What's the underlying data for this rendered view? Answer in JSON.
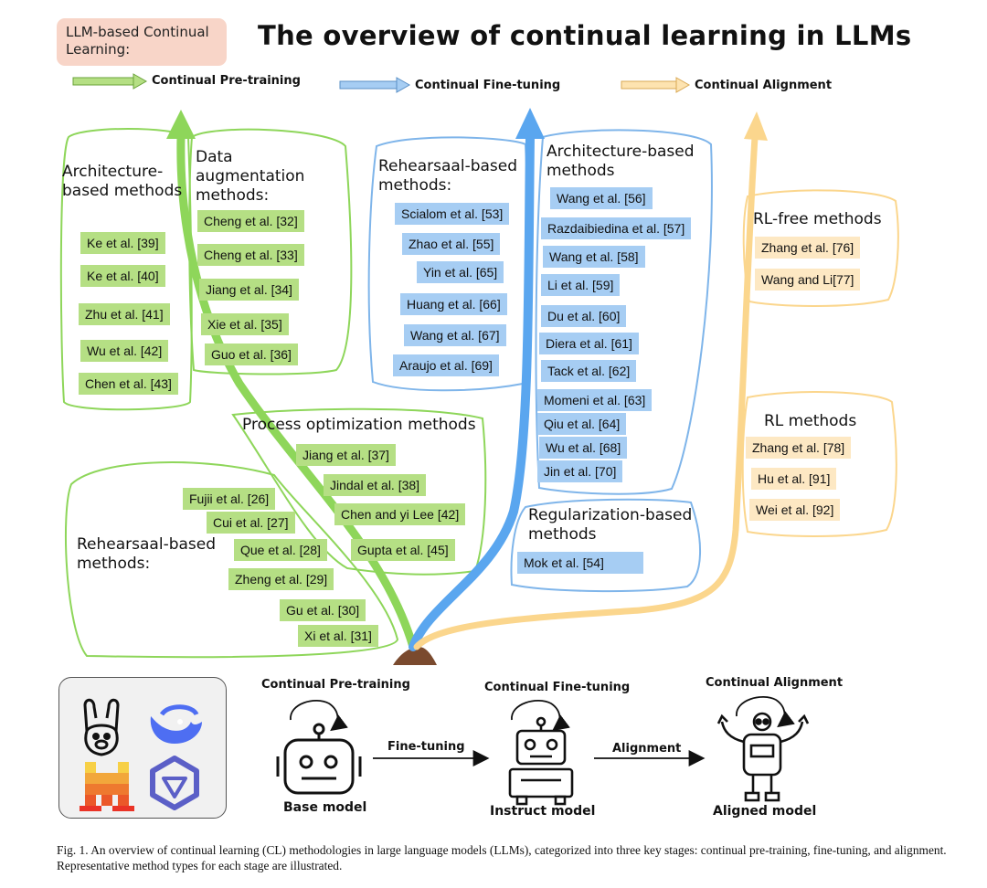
{
  "header": {
    "badge": "LLM-based Continual Learning:",
    "title": "The overview of continual learning in LLMs"
  },
  "legend": [
    {
      "label": "Continual Pre-training",
      "color": "#8ed65a"
    },
    {
      "label": "Continual Fine-tuning",
      "color": "#7fb5ea"
    },
    {
      "label": "Continual Alignment",
      "color": "#fbd68d"
    }
  ],
  "colors": {
    "green": "#8ed65a",
    "blue": "#5aa6ef",
    "yellow": "#fbd68d",
    "trunk": "#8a5a3c"
  },
  "pretraining": {
    "architecture_heading": "Architecture-based methods",
    "architecture": [
      "Ke et al. [39]",
      "Ke et al. [40]",
      "Zhu et al. [41]",
      "Wu et al. [42]",
      "Chen et al. [43]"
    ],
    "data_aug_heading": "Data augmentation methods:",
    "data_aug": [
      "Cheng et al. [32]",
      "Cheng et al. [33]",
      "Jiang et al. [34]",
      "Xie et al. [35]",
      "Guo et al. [36]"
    ],
    "process_heading": "Process optimization methods",
    "process": [
      "Jiang et al. [37]",
      "Jindal et al. [38]",
      "Chen and yi Lee [42]",
      "Gupta et al. [45]"
    ],
    "rehearsal_heading": "Rehearsaal-based methods:",
    "rehearsal": [
      "Fujii et al. [26]",
      "Cui et al. [27]",
      "Que et al. [28]",
      "Zheng et al. [29]",
      "Gu et al. [30]",
      "Xi et al. [31]"
    ]
  },
  "finetuning": {
    "rehearsal_heading": "Rehearsaal-based methods:",
    "rehearsal": [
      "Scialom et al. [53]",
      "Zhao et al. [55]",
      "Yin et al. [65]",
      "Huang et al. [66]",
      "Wang et al. [67]",
      "Araujo et al. [69]"
    ],
    "architecture_heading": "Architecture-based methods",
    "architecture": [
      "Wang et al. [56]",
      "Razdaibiedina et al. [57]",
      "Wang et al. [58]",
      "Li et al. [59]",
      "Du et al. [60]",
      "Diera et al. [61]",
      "Tack et al. [62]",
      "Momeni et al. [63]",
      "Qiu et al. [64]",
      "Wu et al. [68]",
      "Jin et al. [70]"
    ],
    "regularization_heading": "Regularization-based methods",
    "regularization": [
      "Mok et al. [54]"
    ]
  },
  "alignment": {
    "rlfree_heading": "RL-free methods",
    "rlfree": [
      "Zhang et al. [76]",
      "Wang and Li[77]"
    ],
    "rl_heading": "RL methods",
    "rl": [
      "Zhang et al. [78]",
      "Hu et al. [91]",
      "Wei et al. [92]"
    ]
  },
  "pipeline": {
    "stage1": "Continual Pre-training",
    "stage2": "Continual Fine-tuning",
    "stage3": "Continual Alignment",
    "arrow1": "Fine-tuning",
    "arrow2": "Alignment",
    "model1": "Base model",
    "model2": "Instruct model",
    "model3": "Aligned model"
  },
  "logos": [
    "llama-icon",
    "whale-icon",
    "mistral-icon",
    "qwen-icon"
  ],
  "caption": "Fig. 1.  An overview of continual learning (CL) methodologies in large language models (LLMs), categorized into three key stages: continual pre-training, fine-tuning, and alignment. Representative method types for each stage are illustrated."
}
